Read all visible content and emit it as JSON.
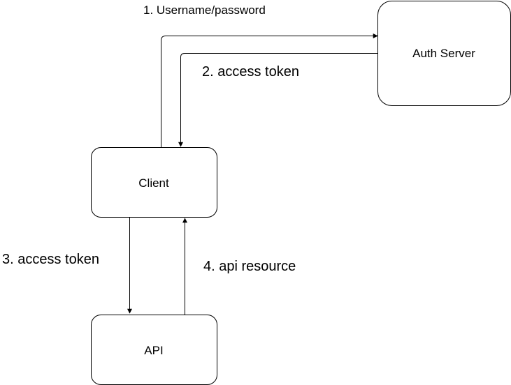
{
  "nodes": {
    "auth_server": "Auth Server",
    "client": "Client",
    "api": "API"
  },
  "edges": {
    "step1": "1. Username/password",
    "step2": "2. access token",
    "step3": "3. access token",
    "step4": "4. api resource"
  },
  "colors": {
    "stroke": "#000000",
    "fill": "#ffffff"
  }
}
